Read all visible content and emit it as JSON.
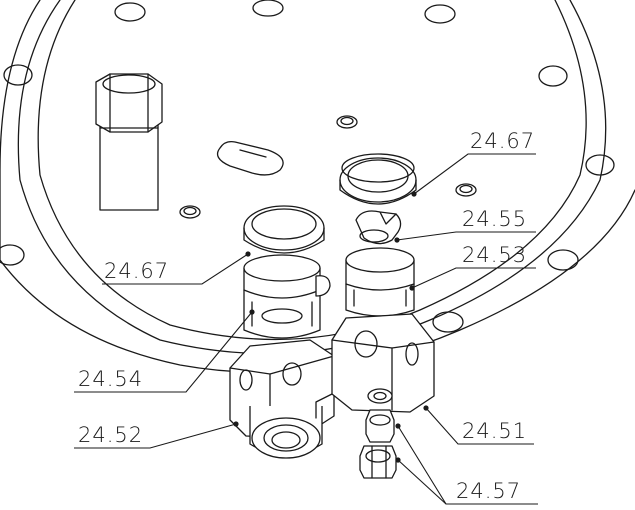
{
  "callouts": [
    {
      "id": "c1",
      "label": "24.67"
    },
    {
      "id": "c2",
      "label": "24.55"
    },
    {
      "id": "c3",
      "label": "24.53"
    },
    {
      "id": "c4",
      "label": "24.67"
    },
    {
      "id": "c5",
      "label": "24.54"
    },
    {
      "id": "c6",
      "label": "24.52"
    },
    {
      "id": "c7",
      "label": "24.51"
    },
    {
      "id": "c8",
      "label": "24.57"
    }
  ]
}
